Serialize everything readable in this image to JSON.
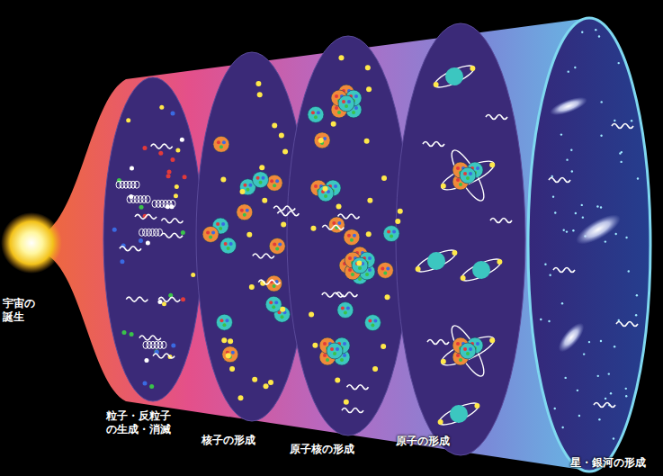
{
  "diagram": {
    "labels": [
      "宇宙の 誕生",
      "粒子・反粒子 の生成・消滅",
      "核子の形成",
      "原子核の形成",
      "原子の形成",
      "星・銀河の形成"
    ]
  }
}
